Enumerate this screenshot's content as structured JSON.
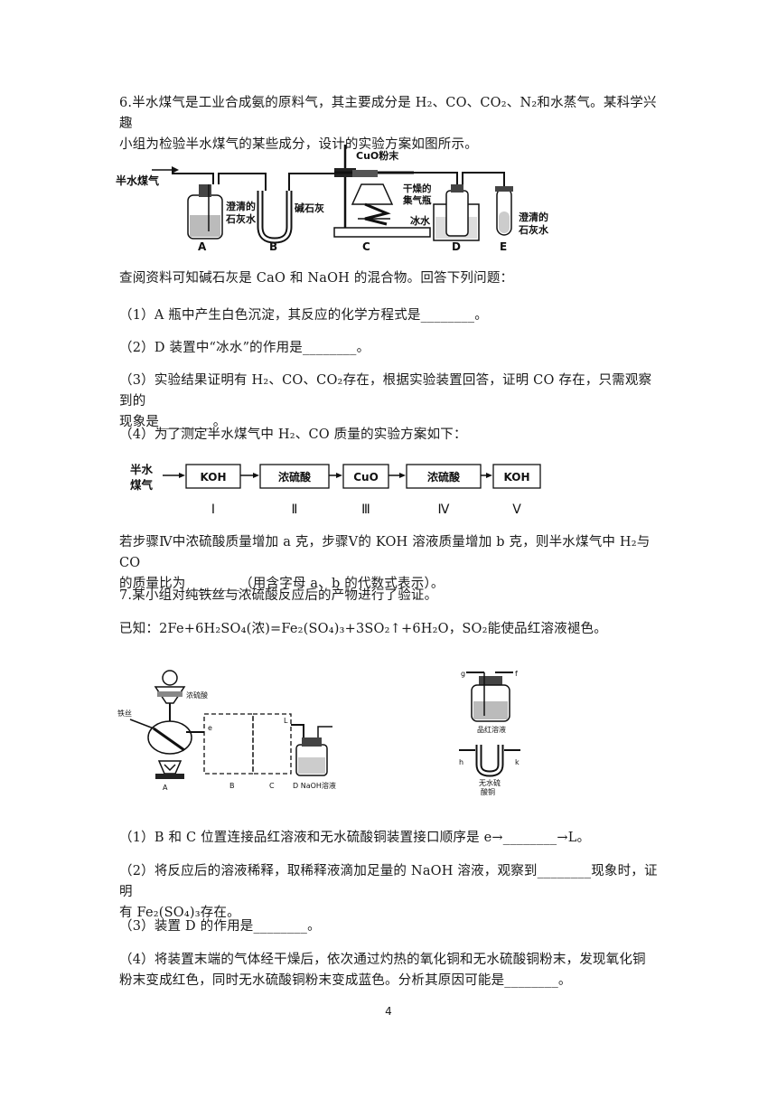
{
  "q6": {
    "intro_line1": "6.半水煤气是工业合成氨的原料气，其主要成分是 H₂、CO、CO₂、N₂和水蒸气。某科学兴趣",
    "intro_line2": "小组为检验半水煤气的某些成分，设计的实验方案如图所示。",
    "figure": {
      "gas_label": "半水煤气",
      "a_label": "澄清的\n石灰水",
      "b_label": "碱石灰",
      "c_label": "CuO粉末",
      "d_label_top": "干燥的\n集气瓶",
      "d_label_bottom": "冰水",
      "e_label": "澄清的\n石灰水",
      "letters": [
        "A",
        "B",
        "C",
        "D",
        "E"
      ]
    },
    "note": "查阅资料可知碱石灰是 CaO 和 NaOH 的混合物。回答下列问题：",
    "sub1": "（1）A 瓶中产生白色沉淀，其反应的化学方程式是________。",
    "sub2": "（2）D 装置中“冰水”的作用是________。",
    "sub3_line1": "（3）实验结果证明有 H₂、CO、CO₂存在，根据实验装置回答，证明 CO 存在，只需观察到的",
    "sub3_line2": "现象是________。",
    "sub4": "（4）为了测定半水煤气中 H₂、CO 质量的实验方案如下：",
    "flow": {
      "start_label_1": "半水",
      "start_label_2": "煤气",
      "boxes": [
        "KOH",
        "浓硫酸",
        "CuO",
        "浓硫酸",
        "KOH"
      ],
      "steps": [
        "Ⅰ",
        "Ⅱ",
        "Ⅲ",
        "Ⅳ",
        "Ⅴ"
      ]
    },
    "tail_line1": "若步骤Ⅳ中浓硫酸质量增加 a 克，步骤Ⅴ的 KOH 溶液质量增加 b 克，则半水煤气中 H₂与 CO",
    "tail_line2": "的质量比为________（用含字母 a、b 的代数式表示）。"
  },
  "q7": {
    "intro": "7.某小组对纯铁丝与浓硫酸反应后的产物进行了验证。",
    "known": "已知：2Fe+6H₂SO₄(浓)=Fe₂(SO₄)₃+3SO₂↑+6H₂O，SO₂能使品红溶液褪色。",
    "figure": {
      "funnel_label": "浓硫酸",
      "iron_label": "铁丝",
      "a_label": "A",
      "b_label": "B",
      "c_label": "C",
      "d_label": "D NaOH溶液",
      "e_port": "e",
      "l_port": "L",
      "f_port": "f",
      "g_port": "g",
      "h_port": "h",
      "k_port": "k",
      "pinhong_label": "品红溶液",
      "cuso4_label": "无水硫\n酸铜"
    },
    "sub1": "（1）B 和 C 位置连接品红溶液和无水硫酸铜装置接口顺序是 e→________→L。",
    "sub2_line1": "（2）将反应后的溶液稀释，取稀释液滴加足量的 NaOH 溶液，观察到________现象时，证明",
    "sub2_line2": "有 Fe₂(SO₄)₃存在。",
    "sub3": "（3）装置 D 的作用是________。",
    "sub4_line1": "（4）将装置末端的气体经干燥后，依次通过灼热的氧化铜和无水硫酸铜粉末，发现氧化铜",
    "sub4_line2": "粉末变成红色，同时无水硫酸铜粉末变成蓝色。分析其原因可能是________。"
  },
  "page_number": "4"
}
